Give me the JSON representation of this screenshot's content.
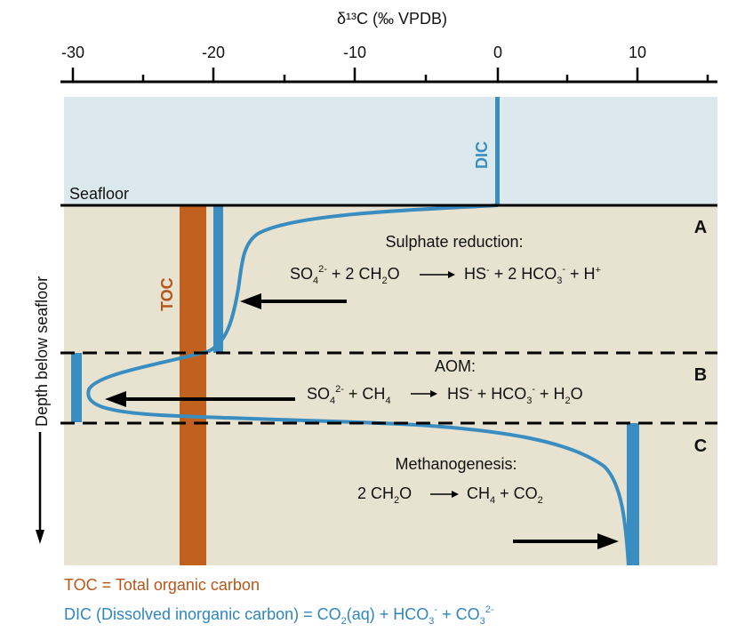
{
  "axis": {
    "title": "δ¹³C (‰ VPDB)",
    "ticks": [
      {
        "value": -30,
        "label": "-30"
      },
      {
        "value": -20,
        "label": "-20"
      },
      {
        "value": -10,
        "label": "-10"
      },
      {
        "value": 0,
        "label": "0"
      },
      {
        "value": 10,
        "label": "10"
      }
    ]
  },
  "labels": {
    "seafloor": "Seafloor",
    "dic_bar": "DIC",
    "toc_bar": "TOC",
    "depth": "Depth below seafloor"
  },
  "zones": [
    {
      "letter": "A",
      "process": "Sulphate reduction:"
    },
    {
      "letter": "B",
      "process": "AOM:"
    },
    {
      "letter": "C",
      "process": "Methanogenesis:"
    }
  ],
  "equations": {
    "a": {
      "reactants": [
        "SO",
        "4",
        "2-",
        " + 2 CH",
        "2",
        "O"
      ],
      "products": [
        "HS",
        "-",
        " + 2 HCO",
        "3",
        "-",
        " + H",
        "+"
      ]
    },
    "b": {
      "reactants": [
        "SO",
        "4",
        "2-",
        " + CH",
        "4"
      ],
      "products": [
        "HS",
        "-",
        " + HCO",
        "3",
        "-",
        " + H",
        "2",
        "O"
      ]
    },
    "c": {
      "reactants": [
        "2 CH",
        "2",
        "O"
      ],
      "products": [
        "CH",
        "4",
        " + CO",
        "2"
      ]
    }
  },
  "legend": {
    "toc": "TOC = Total organic carbon",
    "dic_prefix": "DIC (Dissolved inorganic carbon) = CO",
    "dic_co2_sub": "2",
    "dic_aq": "(aq) + HCO",
    "dic_hco3_sub": "3",
    "dic_hco3_sup": "-",
    "dic_plus": " + CO",
    "dic_co3_sub": "3",
    "dic_co3_sup": "2-"
  },
  "colors": {
    "water": "#dbe9ee",
    "sediment": "#e8e2d0",
    "toc": "#c1611f",
    "dic": "#3a8dc0",
    "toc_text": "#b5561a",
    "dic_text": "#2f86bd"
  }
}
